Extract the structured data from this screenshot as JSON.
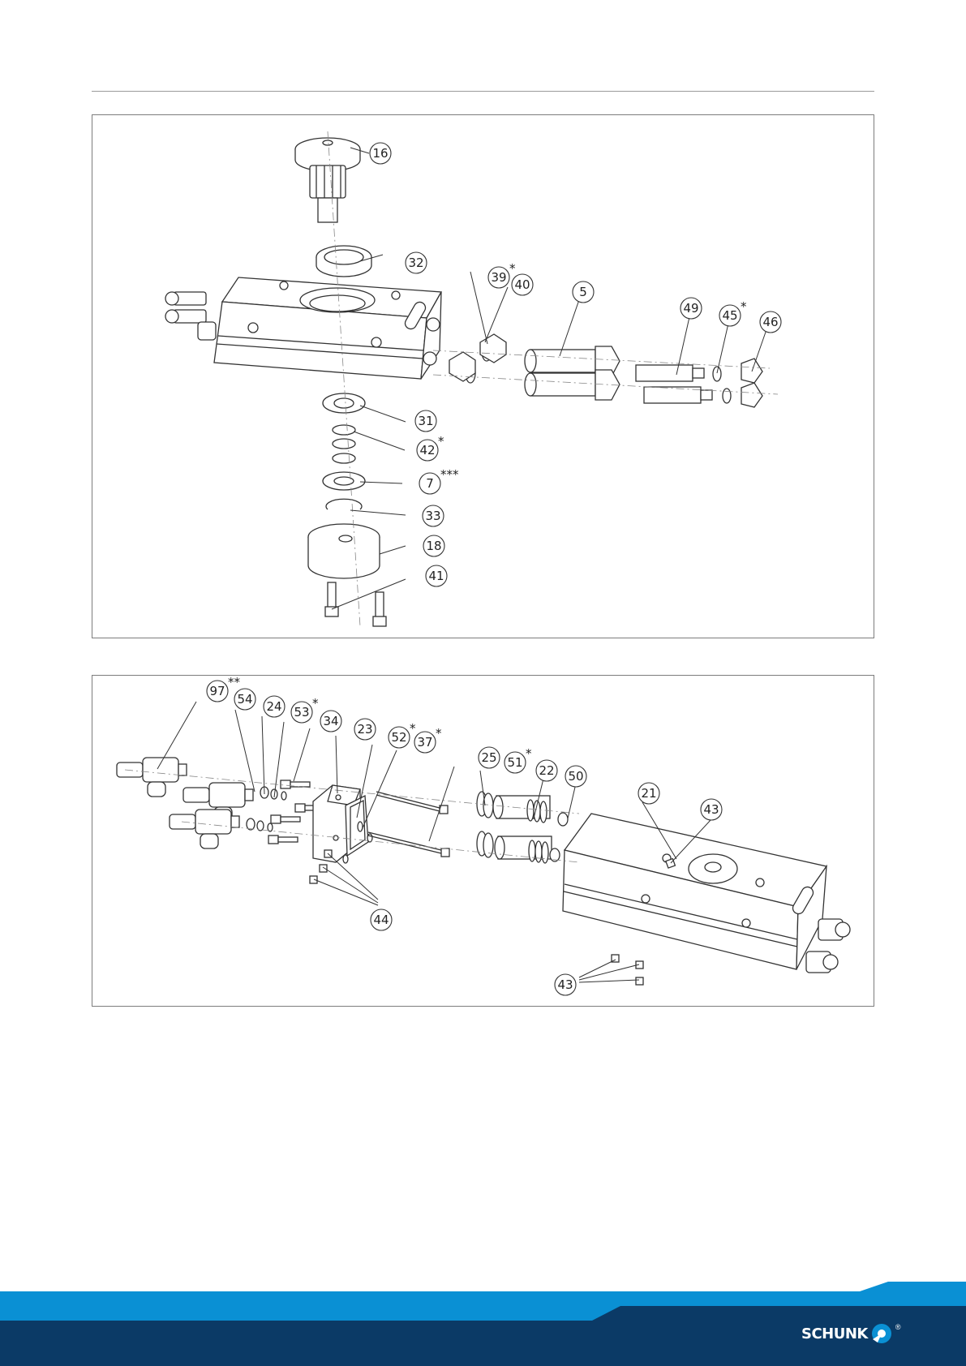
{
  "top_diagram": {
    "callouts": [
      {
        "label": "16",
        "star": ""
      },
      {
        "label": "32",
        "star": ""
      },
      {
        "label": "39",
        "star": "*"
      },
      {
        "label": "40",
        "star": ""
      },
      {
        "label": "5",
        "star": ""
      },
      {
        "label": "49",
        "star": ""
      },
      {
        "label": "45",
        "star": "*"
      },
      {
        "label": "46",
        "star": ""
      },
      {
        "label": "31",
        "star": ""
      },
      {
        "label": "42",
        "star": "*"
      },
      {
        "label": "7",
        "star": "***"
      },
      {
        "label": "33",
        "star": ""
      },
      {
        "label": "18",
        "star": ""
      },
      {
        "label": "41",
        "star": ""
      }
    ]
  },
  "bottom_diagram": {
    "callouts": [
      {
        "label": "97",
        "star": "**"
      },
      {
        "label": "54",
        "star": ""
      },
      {
        "label": "24",
        "star": ""
      },
      {
        "label": "53",
        "star": "*"
      },
      {
        "label": "34",
        "star": ""
      },
      {
        "label": "23",
        "star": ""
      },
      {
        "label": "52",
        "star": "*"
      },
      {
        "label": "37",
        "star": "*"
      },
      {
        "label": "25",
        "star": ""
      },
      {
        "label": "51",
        "star": "*"
      },
      {
        "label": "22",
        "star": ""
      },
      {
        "label": "50",
        "star": ""
      },
      {
        "label": "21",
        "star": ""
      },
      {
        "label": "43",
        "star": ""
      },
      {
        "label": "44",
        "star": ""
      },
      {
        "label": "43",
        "star": ""
      }
    ]
  },
  "footer": {
    "brand": "SCHUNK",
    "registered": "®",
    "colors": {
      "light_blue": "#0a90d4",
      "dark_blue": "#0b3a66"
    }
  }
}
